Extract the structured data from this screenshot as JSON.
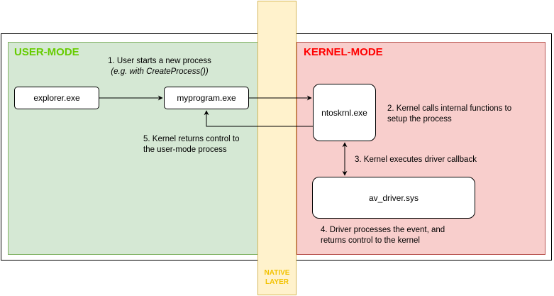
{
  "regions": {
    "user_mode": "USER-MODE",
    "kernel_mode": "KERNEL-MODE",
    "native_layer": [
      "NATIVE",
      "LAYER"
    ]
  },
  "nodes": {
    "explorer": "explorer.exe",
    "myprogram": "myprogram.exe",
    "ntoskrnl": "ntoskrnl.exe",
    "av_driver": "av_driver.sys"
  },
  "notes": {
    "step1": [
      "1. User starts a new process",
      "(e.g. with CreateProcess())"
    ],
    "step2": [
      "2. Kernel calls internal functions to",
      "setup the process"
    ],
    "step3": "3. Kernel executes driver callback",
    "step4": [
      "4. Driver processes the event, and",
      "returns control to the kernel"
    ],
    "step5": [
      "5. Kernel returns control to",
      "the user-mode process"
    ]
  },
  "colors": {
    "user_fill": "#d5e8d4",
    "user_title": "#66cc00",
    "kernel_fill": "#f8cecc",
    "kernel_title": "#ff0000",
    "native_fill": "#fff2cc",
    "native_text": "#f2c200"
  }
}
